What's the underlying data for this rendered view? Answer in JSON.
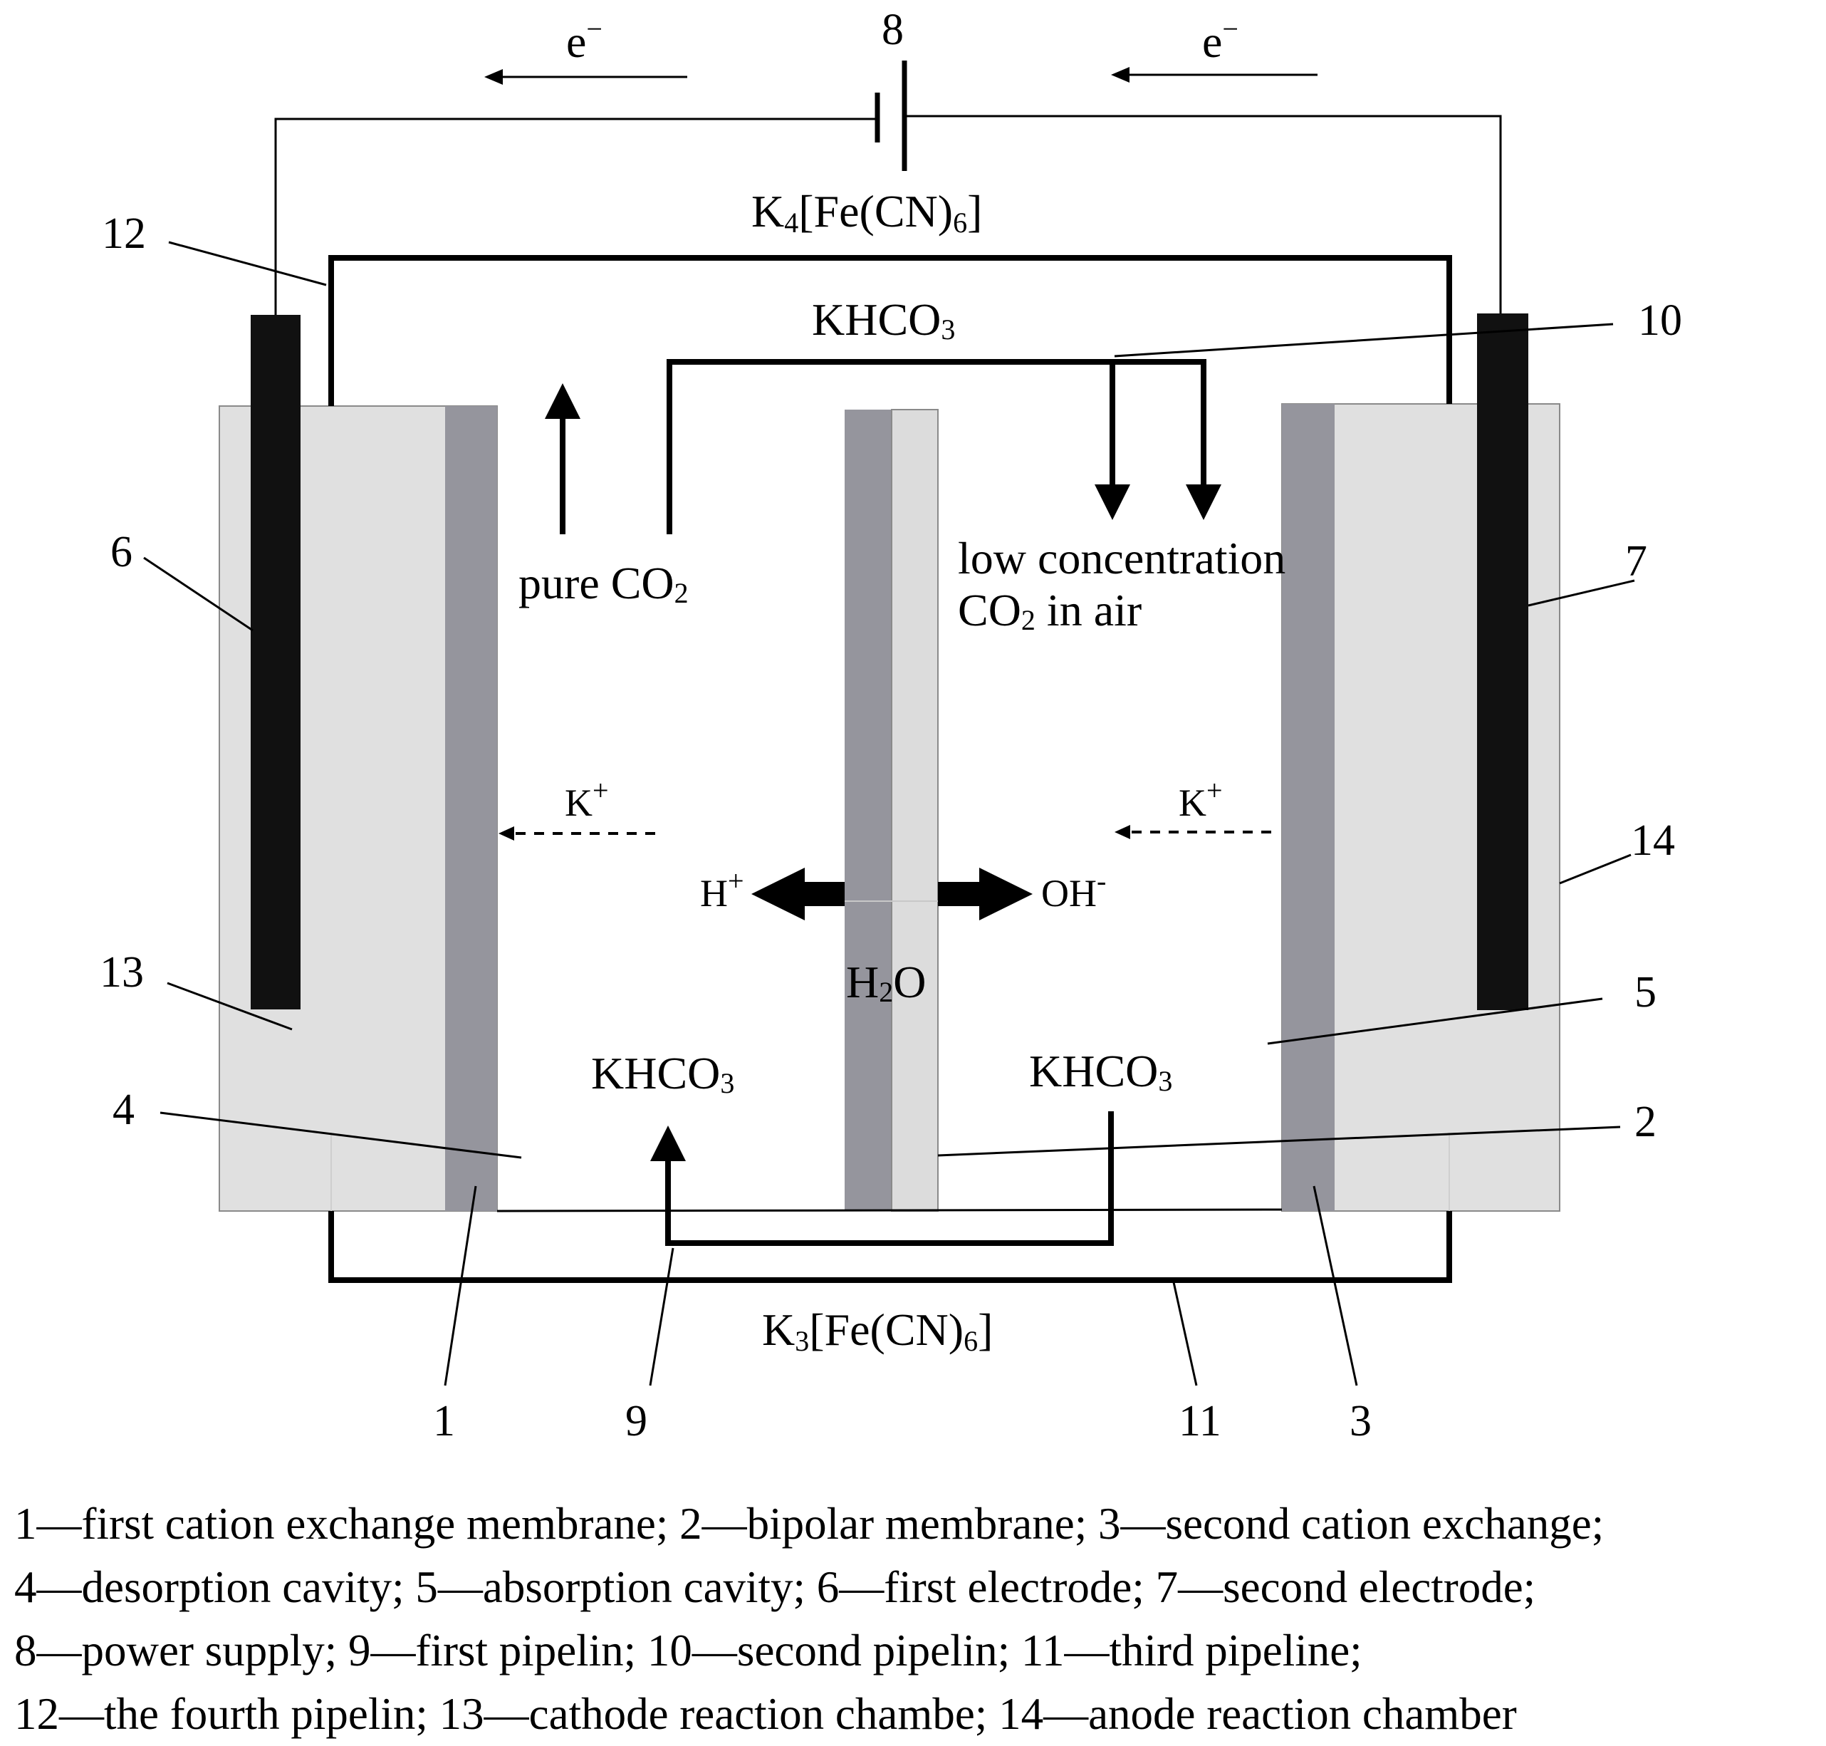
{
  "labels": {
    "electron_left": "e",
    "electron_right": "e",
    "electron_sign": "−",
    "k4_pre": "K",
    "k4_sub": "4",
    "k4_post": "[Fe(CN)",
    "k4_sub2": "6",
    "k4_end": "]",
    "k3_pre": "K",
    "k3_sub": "3",
    "k3_post": "[Fe(CN)",
    "k3_sub2": "6",
    "k3_end": "]",
    "khco3_top": "KHCO",
    "khco3_left": "KHCO",
    "khco3_right": "KHCO",
    "khco3_sub": "3",
    "pure_co2": "pure CO",
    "co2_sub": "2",
    "low_conc_line1": "low concentration",
    "low_conc_line2_pre": "CO",
    "low_conc_line2_post": " in air",
    "k_left": "K",
    "k_right": "K",
    "plus": "+",
    "h_plus": "H",
    "oh_minus": "OH",
    "minus": "-",
    "h2o_pre": "H",
    "h2o_sub": "2",
    "h2o_post": "O"
  },
  "numbers": {
    "n1": "1",
    "n2": "2",
    "n3": "3",
    "n4": "4",
    "n5": "5",
    "n6": "6",
    "n7": "7",
    "n8": "8",
    "n9": "9",
    "n10": "10",
    "n11": "11",
    "n12": "12",
    "n13": "13",
    "n14": "14"
  },
  "legend": [
    "1—first cation exchange membrane; 2—bipolar membrane; 3—second cation exchange;",
    "4—desorption cavity; 5—absorption cavity; 6—first electrode; 7—second electrode;",
    "8—power supply; 9—first pipelin; 10—second pipelin; 11—third pipeline;",
    "12—the fourth pipelin; 13—cathode reaction chambe; 14—anode reaction chamber"
  ],
  "colors": {
    "chamber": "#e0e0e0",
    "membrane_dark": "#95959d",
    "membrane_light": "#dcdcdc",
    "electrode": "#111111",
    "line": "#000000"
  }
}
